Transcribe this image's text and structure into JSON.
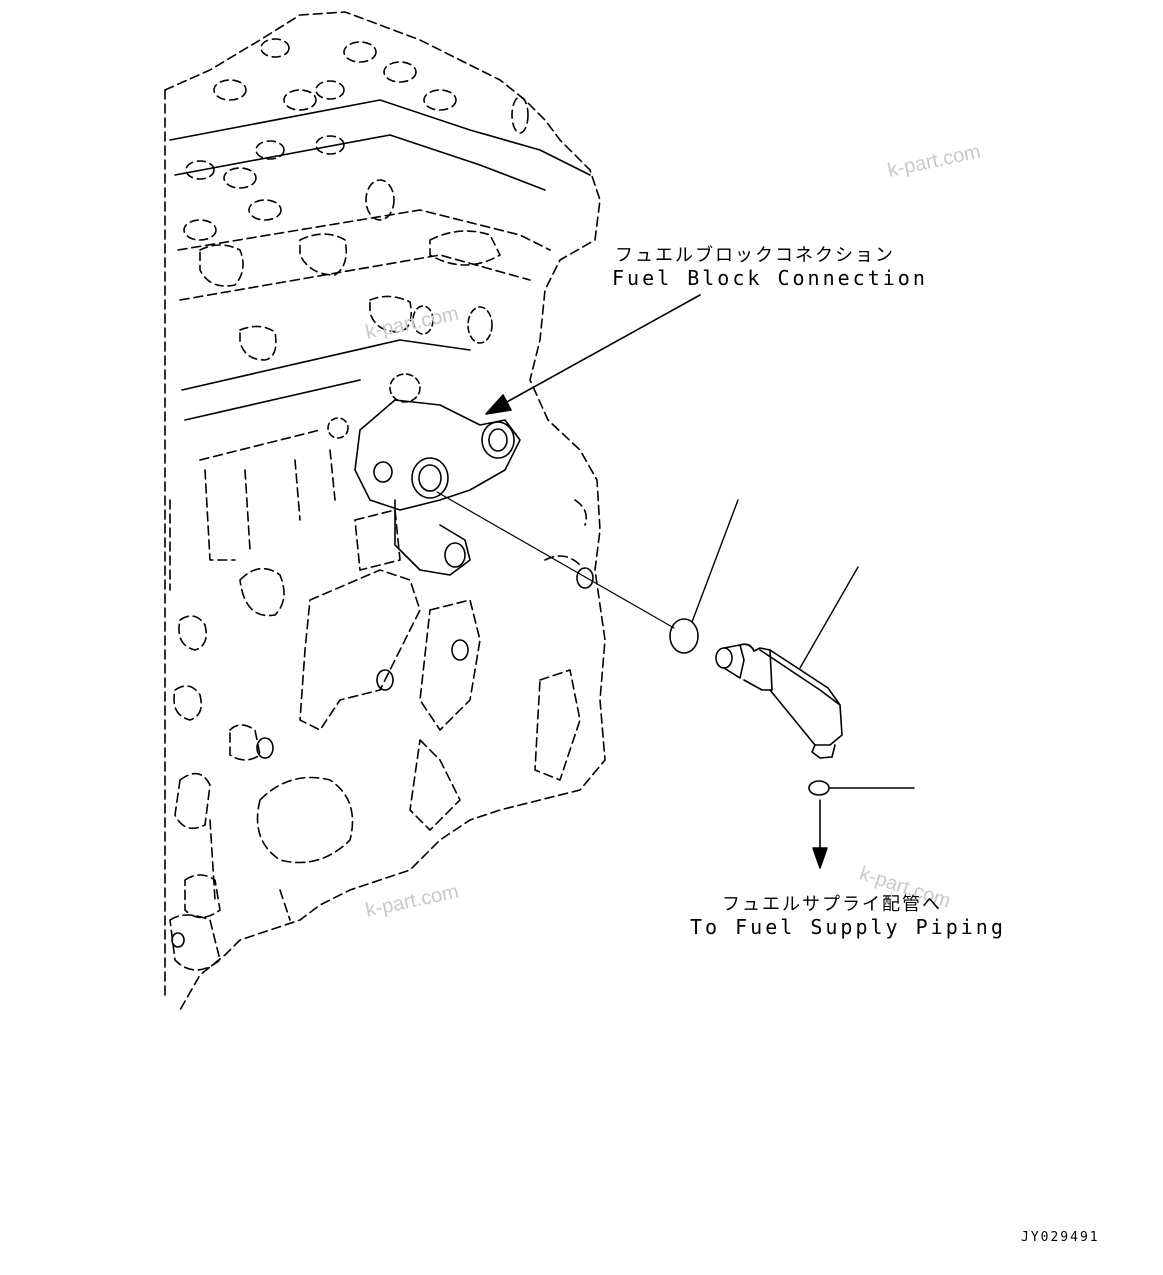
{
  "callouts": {
    "block": {
      "jp": "フュエルブロックコネクション",
      "en": "Fuel Block Connection"
    },
    "supply": {
      "jp": "フュエルサプライ配管へ",
      "en": "To Fuel Supply Piping"
    }
  },
  "watermarks": [
    "k-part.com",
    "k-part.com",
    "k-part.com",
    "k-part.com"
  ],
  "drawing_code": "JY029491",
  "colors": {
    "line": "#000000",
    "watermark": "#c9c9c9",
    "background": "#ffffff"
  }
}
